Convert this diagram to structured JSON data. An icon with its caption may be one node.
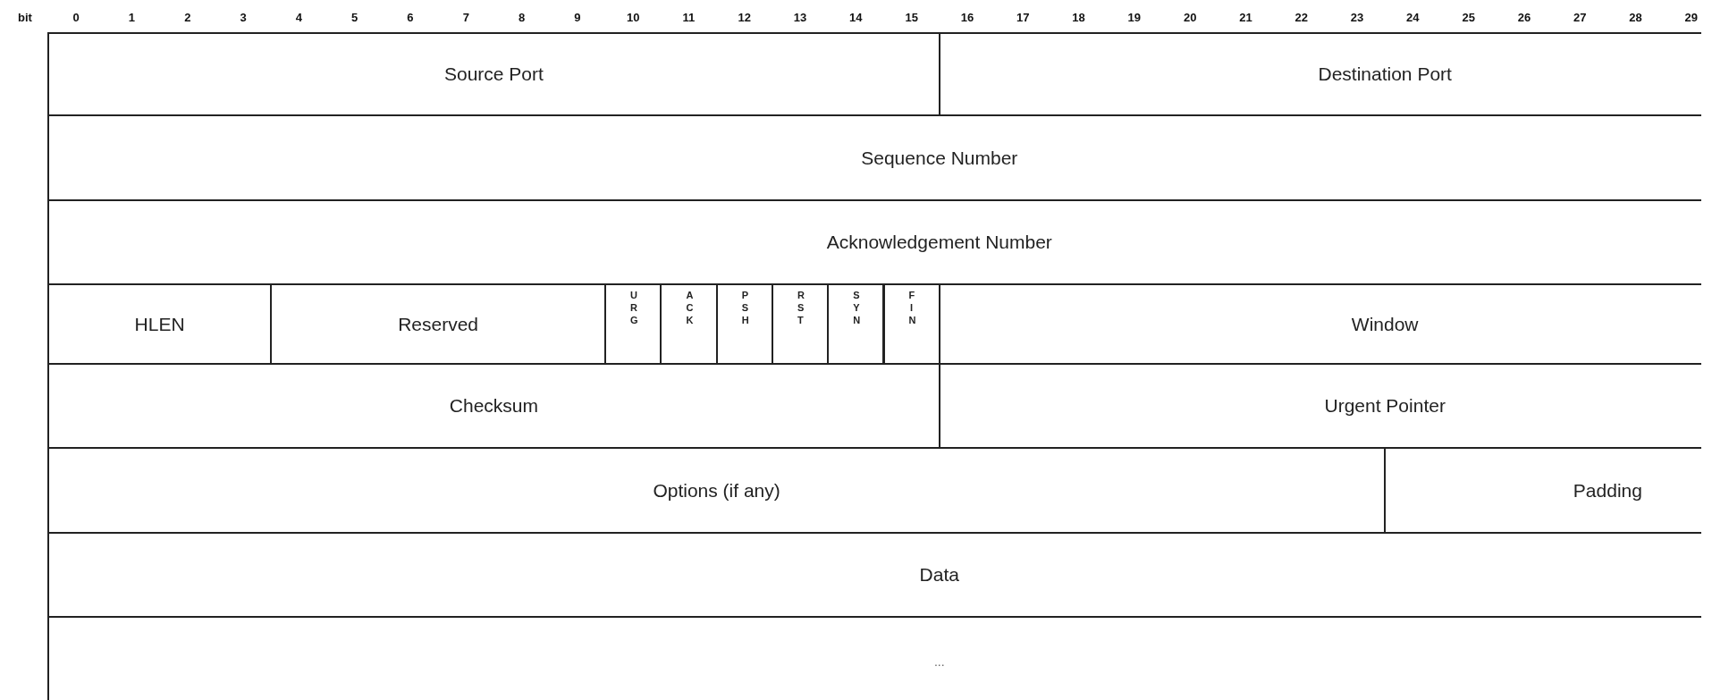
{
  "diagram": {
    "labels": [
      "bit",
      "0",
      "1",
      "2",
      "3",
      "4",
      "5",
      "6",
      "7",
      "8",
      "9",
      "10",
      "11",
      "12",
      "13",
      "14",
      "15",
      "16",
      "17",
      "18",
      "19",
      "20",
      "21",
      "22",
      "23",
      "24",
      "25",
      "26",
      "27",
      "28",
      "29",
      "Source Port",
      "Destination Port",
      "Sequence Number",
      "Acknowledgement Number",
      "HLEN",
      "Reserved",
      "URG",
      "ACK",
      "PSH",
      "RST",
      "SYN",
      "FIN",
      "Window",
      "Checksum",
      "Urgent Pointer",
      "Options (if any)",
      "Padding",
      "Data",
      "..."
    ]
  }
}
